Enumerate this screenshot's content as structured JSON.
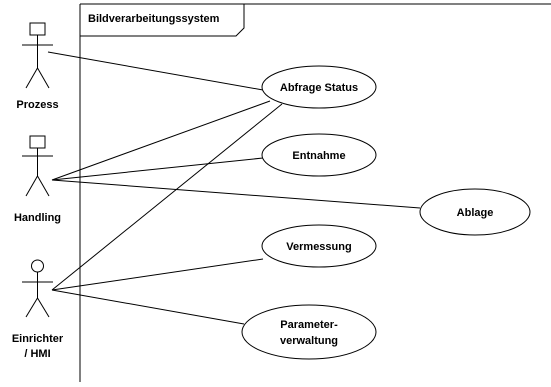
{
  "system": {
    "title": "Bildverarbeitungssystem"
  },
  "actors": [
    {
      "id": "prozess",
      "label_lines": [
        "Prozess"
      ],
      "head": "box"
    },
    {
      "id": "handling",
      "label_lines": [
        "Handling"
      ],
      "head": "box"
    },
    {
      "id": "einrichter",
      "label_lines": [
        "Einrichter",
        "/ HMI"
      ],
      "head": "circle"
    }
  ],
  "use_cases": [
    {
      "id": "abfrage-status",
      "label_lines": [
        "Abfrage Status"
      ]
    },
    {
      "id": "entnahme",
      "label_lines": [
        "Entnahme"
      ]
    },
    {
      "id": "ablage",
      "label_lines": [
        "Ablage"
      ]
    },
    {
      "id": "vermessung",
      "label_lines": [
        "Vermessung"
      ]
    },
    {
      "id": "parameterverwaltung",
      "label_lines": [
        "Parameter-",
        "verwaltung"
      ]
    }
  ],
  "associations": [
    {
      "from": "prozess",
      "to": "abfrage-status"
    },
    {
      "from": "handling",
      "to": "abfrage-status"
    },
    {
      "from": "handling",
      "to": "entnahme"
    },
    {
      "from": "handling",
      "to": "ablage"
    },
    {
      "from": "einrichter",
      "to": "abfrage-status"
    },
    {
      "from": "einrichter",
      "to": "vermessung"
    },
    {
      "from": "einrichter",
      "to": "parameterverwaltung"
    }
  ]
}
